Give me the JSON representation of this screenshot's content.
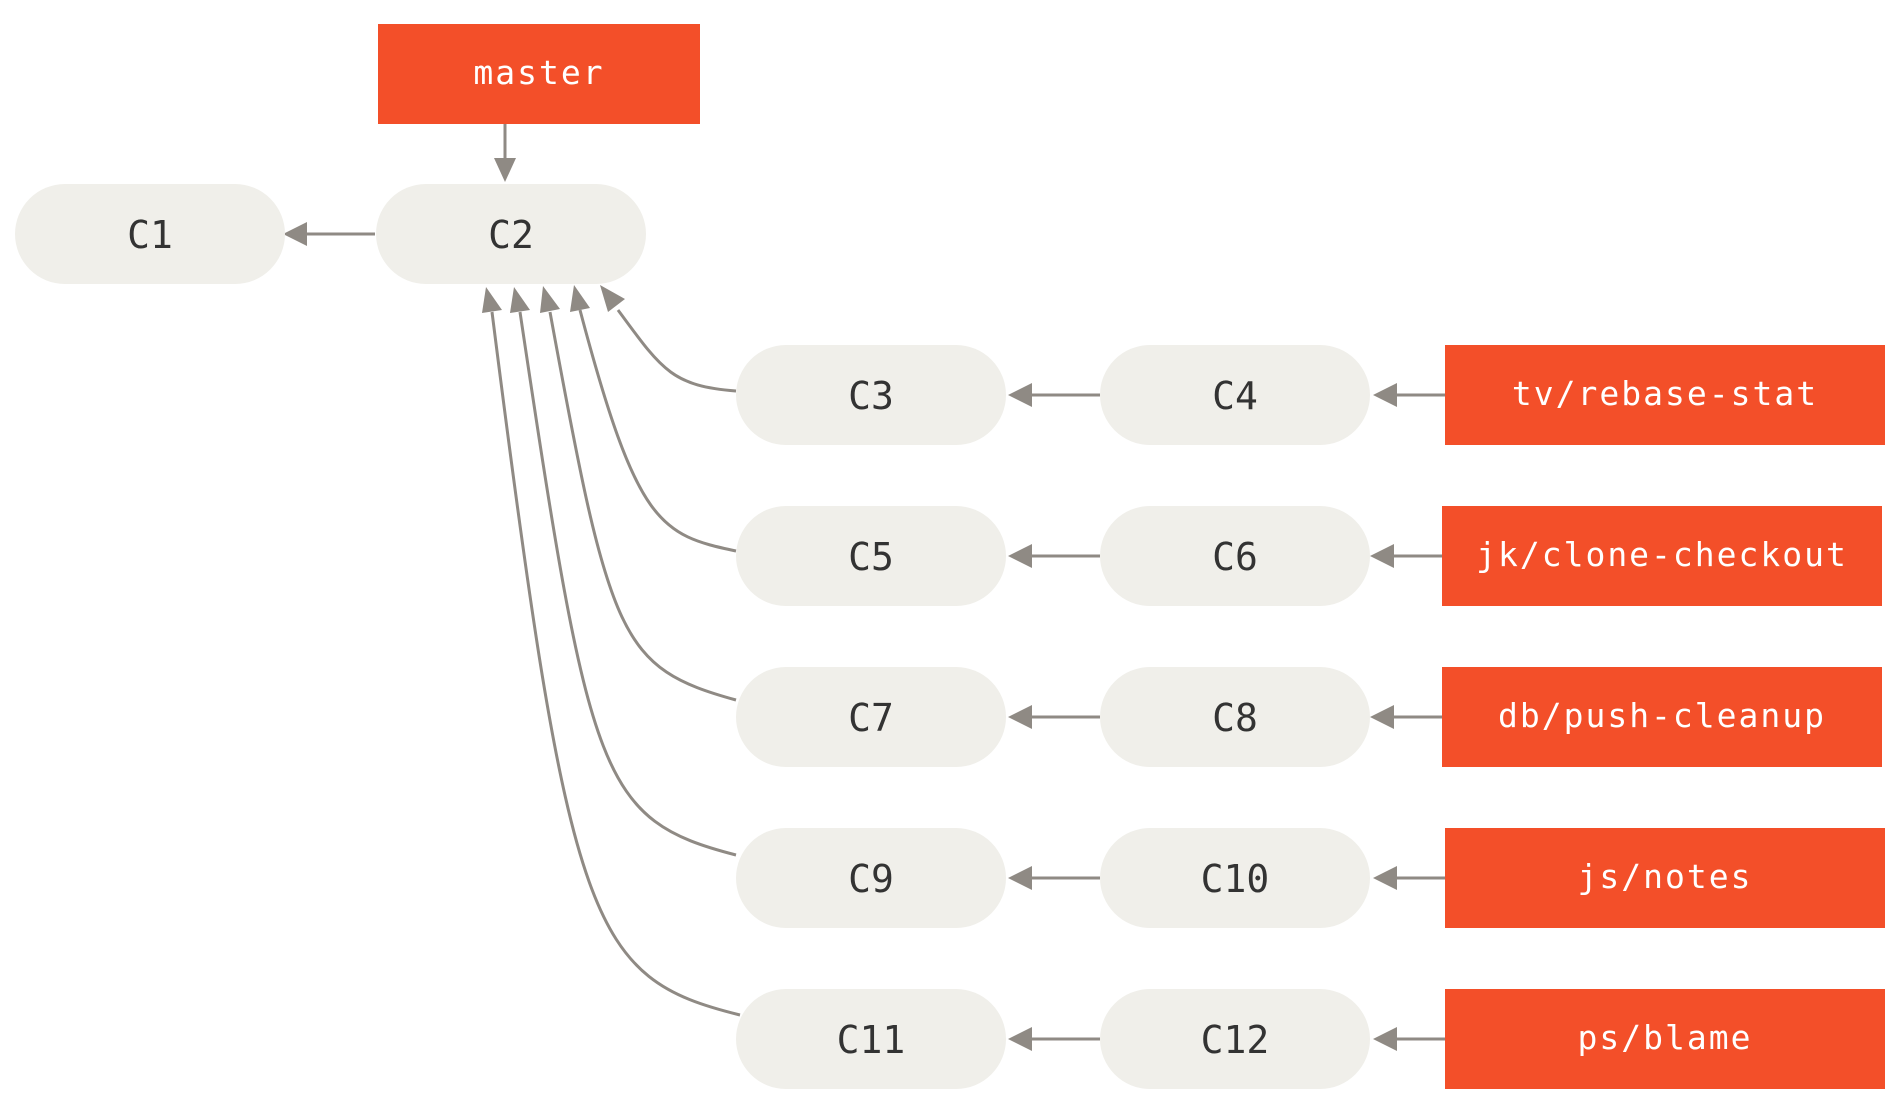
{
  "colors": {
    "commit_fill": "#f0efea",
    "commit_text": "#333333",
    "branch_fill": "#f34f29",
    "branch_text": "#ffffff",
    "arrow": "#8f8a84",
    "background": "#ffffff"
  },
  "branches": {
    "master": "master",
    "tv": "tv/rebase-stat",
    "jk": "jk/clone-checkout",
    "db": "db/push-cleanup",
    "js": "js/notes",
    "ps": "ps/blame"
  },
  "commits": {
    "c1": "C1",
    "c2": "C2",
    "c3": "C3",
    "c4": "C4",
    "c5": "C5",
    "c6": "C6",
    "c7": "C7",
    "c8": "C8",
    "c9": "C9",
    "c10": "C10",
    "c11": "C11",
    "c12": "C12"
  }
}
